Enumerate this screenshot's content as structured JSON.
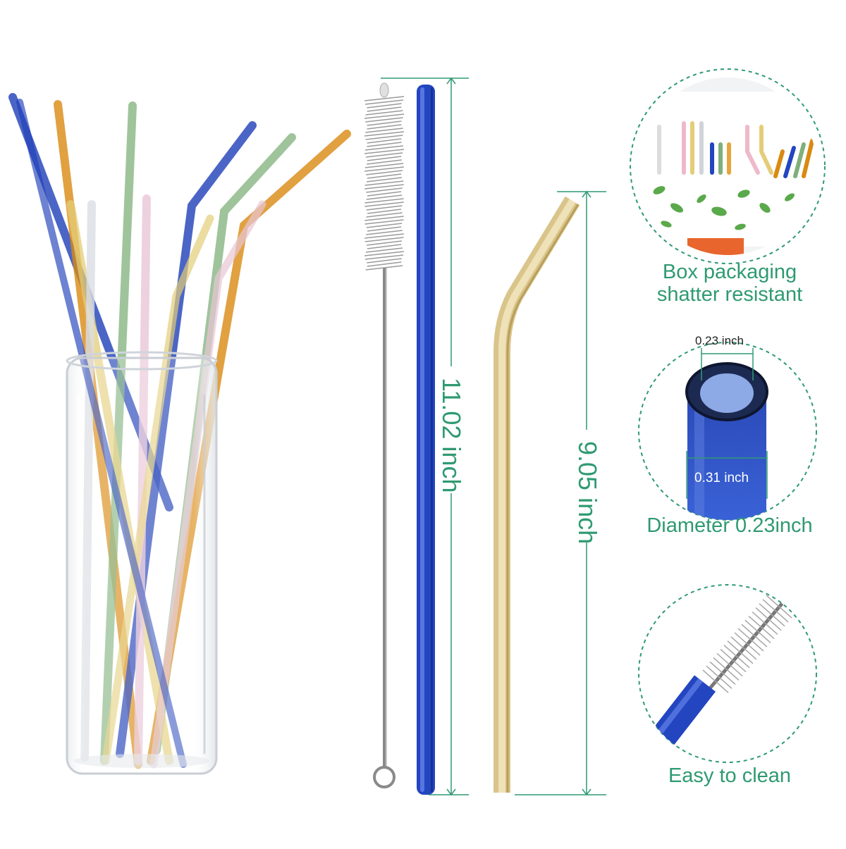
{
  "colors": {
    "accent": "#2f9a72",
    "blue": "#1e3fb8",
    "amber": "#d98a12",
    "green": "#7fb07a",
    "yellow": "#e3cd78",
    "pink": "#e8c6d6",
    "clear": "#d9dde3"
  },
  "dimensions": {
    "long_straw": "11.02 inch",
    "bent_straw": "9.05 inch"
  },
  "features": [
    {
      "caption_line1": "Box packaging",
      "caption_line2": "shatter resistant",
      "icon": "box-packaging"
    },
    {
      "caption_line1": "Diameter 0.23inch",
      "inner_diameter": "0.23 inch",
      "outer_diameter": "0.31 inch",
      "icon": "straw-end-closeup"
    },
    {
      "caption_line1": "Easy to clean",
      "icon": "cleaning-brush"
    }
  ]
}
